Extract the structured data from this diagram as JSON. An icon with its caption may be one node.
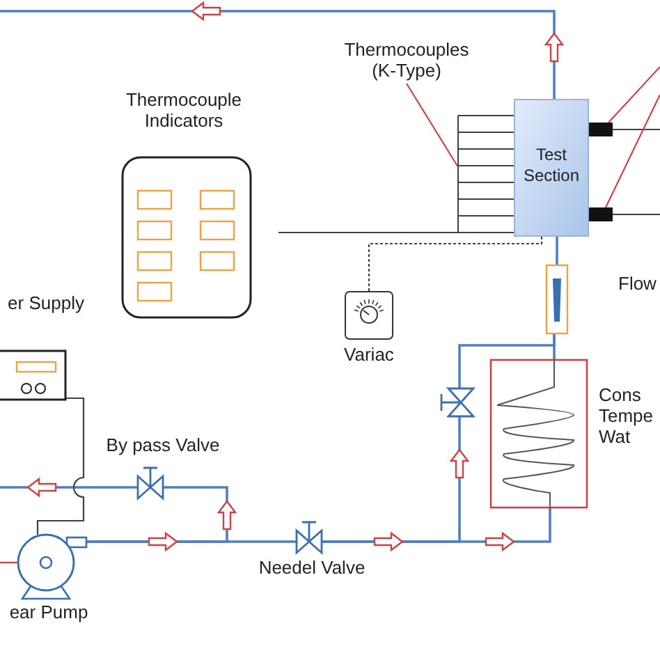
{
  "diagram": {
    "nodes": [
      {
        "text": [
          "Thermocouple Indicators"
        ]
      },
      {
        "text": [
          "Test Section"
        ]
      },
      {
        "text": [
          "Thermocouples (K-Type)"
        ]
      },
      {
        "text": [
          "Variac"
        ]
      },
      {
        "text": [],
        "shape": "box",
        "beside": [
          "Flow"
        ]
      },
      {
        "text": [],
        "shape": "box",
        "beside": [
          "Cons Tempe Wat"
        ]
      },
      {
        "text": [
          "er Supply"
        ]
      },
      {
        "text": [
          "ear Pump"
        ]
      },
      {
        "text": [
          "By pass Valve"
        ]
      },
      {
        "text": [
          "Needel Valve"
        ]
      },
      {
        "text": [],
        "shape": "valve"
      },
      {
        "text": [],
        "shape": "box"
      },
      {
        "text": [],
        "shape": "box"
      }
    ],
    "edges": [
      {
        "from": 7,
        "to": 9,
        "arrow": "none"
      },
      {
        "from": 7,
        "to": 8,
        "arrow": "none"
      },
      {
        "from": 8,
        "to": null,
        "arrow": "none"
      },
      {
        "from": 9,
        "to": 5,
        "arrow": "none"
      },
      {
        "from": 9,
        "to": 10,
        "arrow": "none"
      },
      {
        "from": 5,
        "to": 4,
        "arrow": "none"
      },
      {
        "from": 10,
        "to": 4,
        "arrow": "none"
      },
      {
        "from": 4,
        "to": 1,
        "arrow": "none"
      },
      {
        "from": 1,
        "to": null,
        "arrow": "none"
      },
      {
        "from": null,
        "to": 7,
        "arrow": "none",
        "color": "#d04040"
      },
      {
        "from": 0,
        "to": 1,
        "arrow": "none",
        "color": "#404040"
      },
      {
        "from": 1,
        "to": 3,
        "arrow": "none",
        "style": "dashed",
        "color": "#404040"
      },
      {
        "from": 6,
        "to": 7,
        "arrow": "none",
        "color": "#404040"
      },
      {
        "from": 11,
        "to": null,
        "arrow": "none",
        "color": "#404040"
      },
      {
        "from": 12,
        "to": null,
        "arrow": "none",
        "color": "#404040"
      },
      {
        "from": null,
        "to": 11,
        "arrow": "none",
        "color": "#d04040"
      },
      {
        "from": null,
        "to": 12,
        "arrow": "none",
        "color": "#d04040"
      },
      {
        "from": 2,
        "to": null,
        "arrow": "none",
        "color": "#d04040"
      }
    ]
  }
}
